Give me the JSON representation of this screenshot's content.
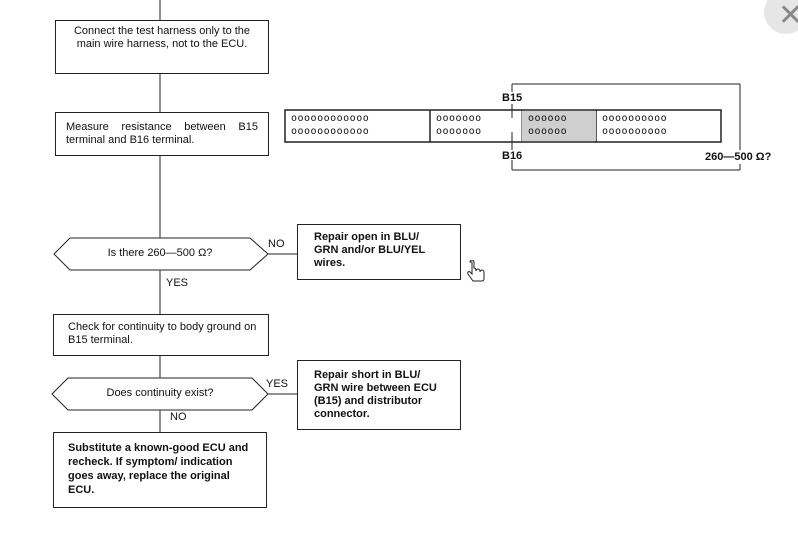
{
  "steps": {
    "step1": "Connect the test harness only to the main wire harness, not to the ECU.",
    "step2": "Measure resistance between B15 terminal and B16 terminal.",
    "q1": "Is there 260—500 Ω?",
    "q1_no_label": "NO",
    "q1_yes_label": "YES",
    "repair1": "Repair open in BLU/ GRN and/or BLU/YEL wires.",
    "step3": "Check for continuity to body ground on B15 terminal.",
    "q2": "Does continuity exist?",
    "q2_yes_label": "YES",
    "q2_no_label": "NO",
    "repair2": "Repair short in BLU/ GRN wire between ECU (B15) and distributor connector.",
    "final": "Substitute a known-good ECU and recheck. If symptom/ indication goes away, replace the original ECU."
  },
  "connector": {
    "b15_label": "B15",
    "b16_label": "B16",
    "resistance_label": "260—500 Ω?",
    "section1_rows": [
      "oooooooooooo",
      "oooooooooooo"
    ],
    "section2_rows": [
      "ooooooo",
      "ooooooo"
    ],
    "section3_rows": [
      "oooooo",
      "oooooo"
    ],
    "section4_rows": [
      "oooooooooo",
      "oooooooooo"
    ]
  },
  "icons": {
    "close": "close-icon",
    "cursor": "hand-cursor-icon"
  }
}
